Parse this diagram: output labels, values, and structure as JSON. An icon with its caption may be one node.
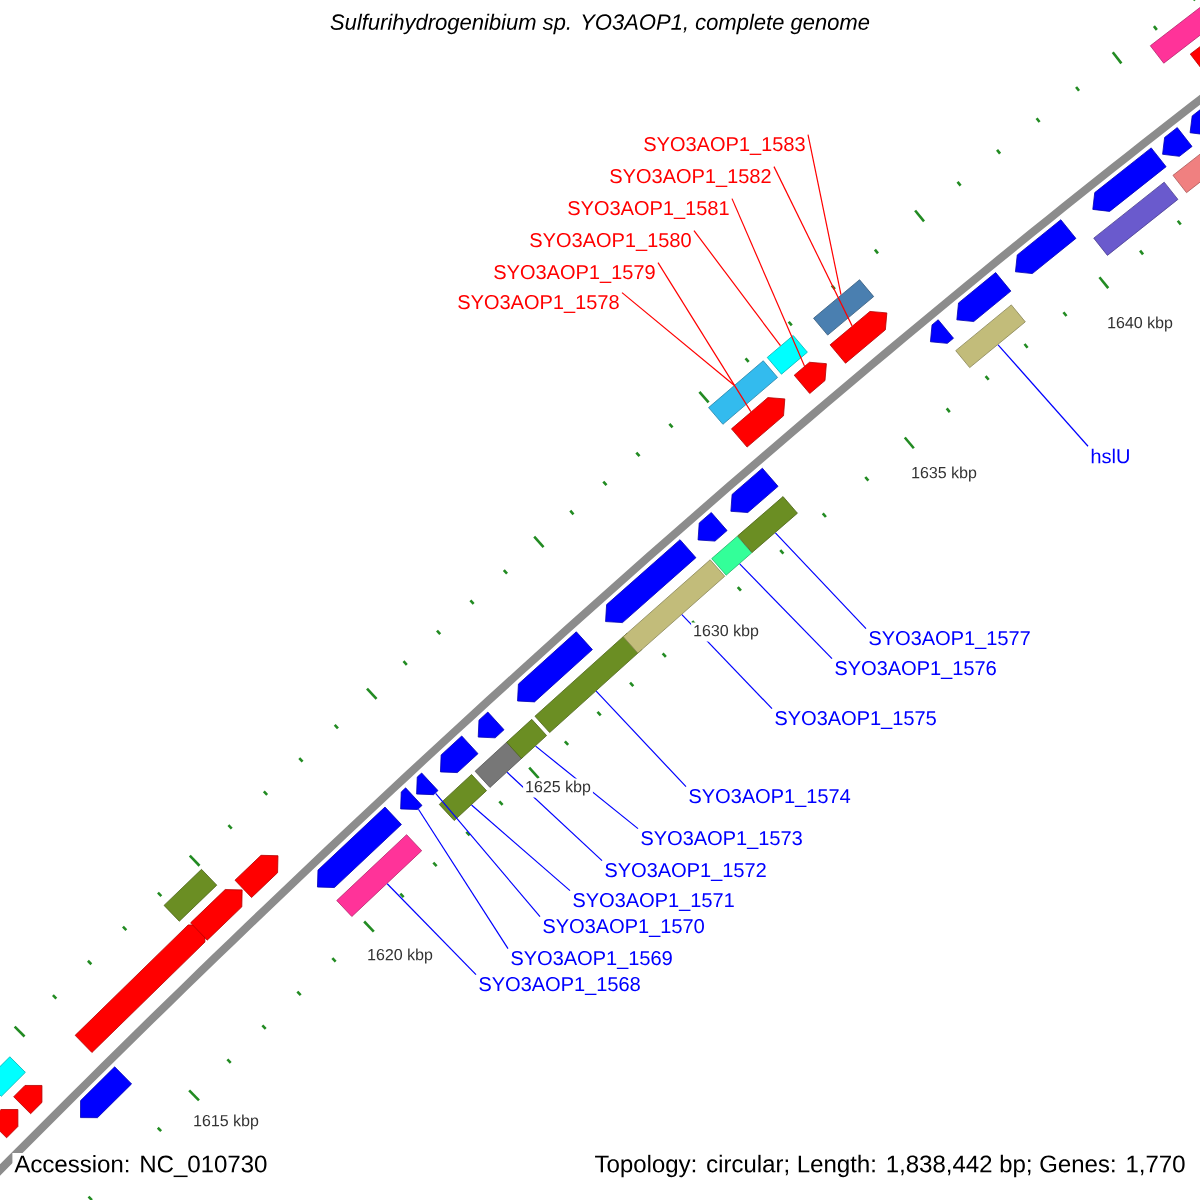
{
  "diagram": {
    "title": "Sulfurihydrogenibium sp. YO3AOP1, complete genome",
    "nodes": [
      {
        "text": [
          "SYO3AOP1_1583"
        ]
      },
      {
        "text": [
          "SYO3AOP1_1582"
        ]
      },
      {
        "text": [
          "SYO3AOP1_1581"
        ]
      },
      {
        "text": [
          "SYO3AOP1_1580"
        ]
      },
      {
        "text": [
          "SYO3AOP1_1579"
        ]
      },
      {
        "text": [
          "SYO3AOP1_1578"
        ]
      },
      {
        "text": [
          "SYO3AOP1_1577"
        ]
      },
      {
        "text": [
          "SYO3AOP1_1576"
        ]
      },
      {
        "text": [
          "SYO3AOP1_1575"
        ]
      },
      {
        "text": [
          "SYO3AOP1_1574"
        ]
      },
      {
        "text": [
          "SYO3AOP1_1573"
        ]
      },
      {
        "text": [
          "SYO3AOP1_1572"
        ]
      },
      {
        "text": [
          "SYO3AOP1_1571"
        ]
      },
      {
        "text": [
          "SYO3AOP1_1570"
        ]
      },
      {
        "text": [
          "SYO3AOP1_1569"
        ]
      },
      {
        "text": [
          "SYO3AOP1_1568"
        ]
      },
      {
        "text": [
          "hslU"
        ]
      },
      {
        "text": [],
        "shape": "arrow"
      },
      {
        "text": [],
        "shape": "box"
      },
      {
        "text": [],
        "shape": "arrow"
      },
      {
        "text": [],
        "shape": "arrow"
      },
      {
        "text": [],
        "shape": "arrow"
      },
      {
        "text": [],
        "shape": "box"
      },
      {
        "text": [],
        "shape": "arrow"
      },
      {
        "text": [],
        "shape": "arrow"
      },
      {
        "text": [],
        "shape": "arrow"
      },
      {
        "text": [],
        "shape": "box"
      },
      {
        "text": [],
        "shape": "arrow"
      },
      {
        "text": [],
        "shape": "arrow"
      },
      {
        "text": [],
        "shape": "arrow"
      },
      {
        "text": [],
        "shape": "box"
      },
      {
        "text": [],
        "shape": "arrow"
      },
      {
        "text": [],
        "shape": "box"
      },
      {
        "text": [],
        "shape": "box"
      },
      {
        "text": [],
        "shape": "arrow"
      },
      {
        "text": [],
        "shape": "box"
      },
      {
        "text": [],
        "shape": "arrow"
      },
      {
        "text": [],
        "shape": "box"
      },
      {
        "text": [],
        "shape": "arrow"
      },
      {
        "text": [],
        "shape": "box"
      },
      {
        "text": [],
        "shape": "box"
      },
      {
        "text": [],
        "shape": "arrow"
      },
      {
        "text": [],
        "shape": "arrow"
      },
      {
        "text": [],
        "shape": "box"
      },
      {
        "text": [],
        "shape": "box"
      },
      {
        "text": [],
        "shape": "arrow"
      },
      {
        "text": [],
        "shape": "box"
      },
      {
        "text": [],
        "shape": "arrow"
      },
      {
        "text": [],
        "shape": "arrow"
      },
      {
        "text": [],
        "shape": "arrow"
      },
      {
        "text": [],
        "shape": "box"
      },
      {
        "text": [],
        "shape": "arrow"
      },
      {
        "text": [],
        "shape": "arrow"
      },
      {
        "text": [],
        "shape": "box"
      },
      {
        "text": [],
        "shape": "box"
      },
      {
        "text": [],
        "shape": "arrow"
      },
      {
        "text": [],
        "shape": "box"
      },
      {
        "text": [],
        "shape": "arrow"
      },
      {
        "text": [],
        "shape": "arrow"
      }
    ],
    "edges": [
      {
        "from": 0,
        "to": 46,
        "arrow": "none",
        "color": "#ff0000"
      },
      {
        "from": 1,
        "to": 47,
        "arrow": "none",
        "color": "#ff0000"
      },
      {
        "from": 2,
        "to": 45,
        "arrow": "none",
        "color": "#ff0000"
      },
      {
        "from": 3,
        "to": 44,
        "arrow": "none",
        "color": "#ff0000"
      },
      {
        "from": 4,
        "to": 41,
        "arrow": "none",
        "color": "#ff0000"
      },
      {
        "from": 5,
        "to": 40,
        "arrow": "none",
        "color": "#ff0000"
      },
      {
        "from": 6,
        "to": 43,
        "arrow": "none"
      },
      {
        "from": 7,
        "to": 39,
        "arrow": "none"
      },
      {
        "from": 8,
        "to": 37,
        "arrow": "none"
      },
      {
        "from": 9,
        "to": 35,
        "arrow": "none"
      },
      {
        "from": 10,
        "to": 33,
        "arrow": "none"
      },
      {
        "from": 11,
        "to": 32,
        "arrow": "none"
      },
      {
        "from": 12,
        "to": 30,
        "arrow": "none"
      },
      {
        "from": 13,
        "to": 28,
        "arrow": "none"
      },
      {
        "from": 14,
        "to": 27,
        "arrow": "none"
      },
      {
        "from": 15,
        "to": 26,
        "arrow": "none"
      },
      {
        "from": 16,
        "to": 50,
        "arrow": "none"
      }
    ],
    "labels": [
      "1640 kbp",
      "1635 kbp",
      "1630 kbp",
      "1625 kbp",
      "1620 kbp",
      "1615 kbp",
      "Accession: NC_010730",
      "Topology: circular; Length: 1,838,442 bp; Genes: 1,770"
    ]
  }
}
